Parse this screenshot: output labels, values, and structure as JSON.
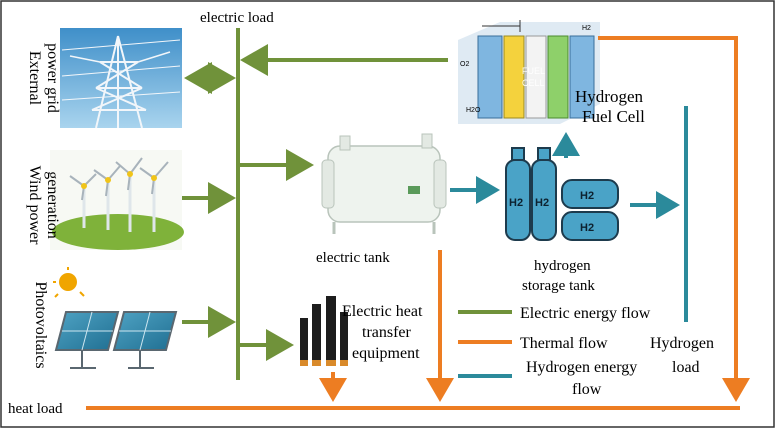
{
  "labels": {
    "electric_load": "electric load",
    "external_grid": [
      "External",
      "power grid"
    ],
    "wind": [
      "Wind power",
      "generation"
    ],
    "pv": "Photovoltaics",
    "fuel_cell": [
      "Hydrogen",
      "Fuel Cell"
    ],
    "fuel_cell_text": [
      "FUEL",
      "CELL"
    ],
    "fuel_cell_o2": "O2",
    "fuel_cell_h2": "H2",
    "fuel_cell_h2o": "H2O",
    "electric_tank": "electric tank",
    "storage_tank": [
      "hydrogen",
      "storage tank"
    ],
    "heat_equipment": [
      "Electric heat",
      "transfer",
      "equipment"
    ],
    "hydrogen_load": [
      "Hydrogen",
      "load"
    ],
    "heat_load": "heat load",
    "h2_tank_mark": "H2"
  },
  "legend": [
    {
      "label": "Electric energy flow",
      "color": "#70923a"
    },
    {
      "label": "Thermal flow",
      "color": "#ed7d22"
    },
    {
      "label": [
        "Hydrogen energy",
        "flow"
      ],
      "color": "#2b8a9b"
    }
  ],
  "colors": {
    "electric": "#70923a",
    "thermal": "#ed7d22",
    "hydrogen": "#2b8a9b"
  }
}
